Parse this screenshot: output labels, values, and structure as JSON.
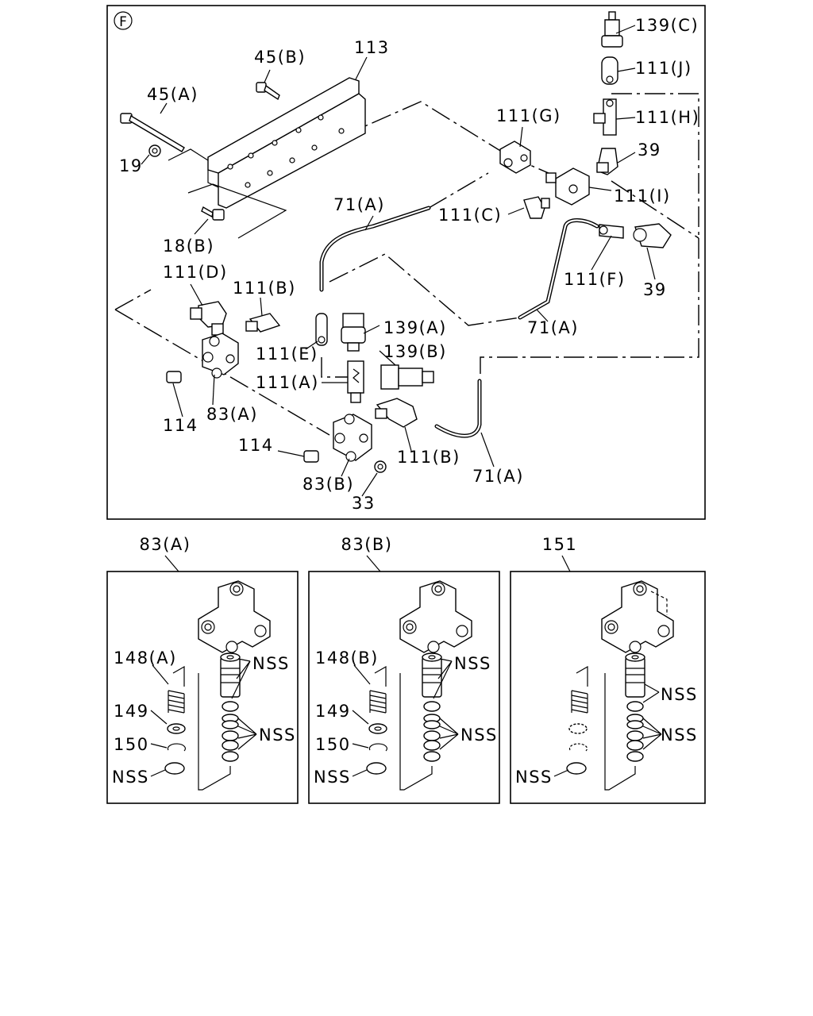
{
  "diagram": {
    "view_marker": "F",
    "labels": {
      "c139c": "139(C)",
      "c111j": "111(J)",
      "c111h": "111(H)",
      "c39a": "39",
      "c111i": "111(I)",
      "c111g": "111(G)",
      "c113": "113",
      "c45b": "45(B)",
      "c45a": "45(A)",
      "c19": "19",
      "c18b": "18(B)",
      "c71a_1": "71(A)",
      "c111c": "111(C)",
      "c111f": "111(F)",
      "c39b": "39",
      "c71a_2": "71(A)",
      "c111d": "111(D)",
      "c111b_1": "111(B)",
      "c139a": "139(A)",
      "c139b": "139(B)",
      "c111e": "111(E)",
      "c111a": "111(A)",
      "c114_1": "114",
      "c83a": "83(A)",
      "c114_2": "114",
      "c83b": "83(B)",
      "c33": "33",
      "c111b_2": "111(B)",
      "c71a_3": "71(A)"
    },
    "detail_panels": [
      {
        "title": "83(A)",
        "labels": {
          "spring": "148(A)",
          "washer": "149",
          "clip": "150",
          "seat": "NSS",
          "upper": "NSS",
          "lower": "NSS"
        }
      },
      {
        "title": "83(B)",
        "labels": {
          "spring": "148(B)",
          "washer": "149",
          "clip": "150",
          "seat": "NSS",
          "upper": "NSS",
          "lower": "NSS"
        }
      },
      {
        "title": "151",
        "labels": {
          "seat": "NSS",
          "upper": "NSS",
          "lower": "NSS"
        }
      }
    ]
  }
}
